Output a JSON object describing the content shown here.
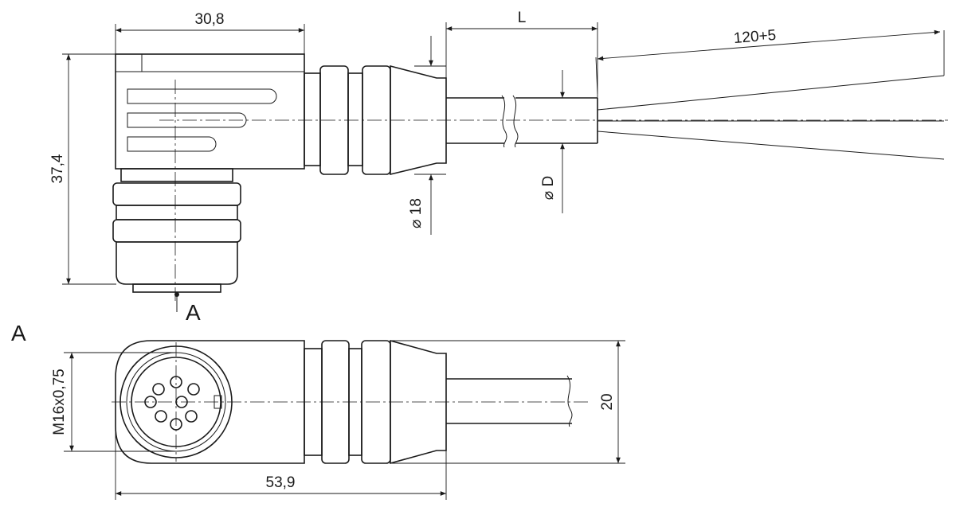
{
  "dimensions": {
    "width": "30,8",
    "height": "37,4",
    "length_label": "L",
    "wire_length": "120+5",
    "nut_diameter": "⌀ 18",
    "cable_diameter": "⌀ D",
    "thread": "M16x0,75",
    "side_height": "20",
    "total_length": "53,9"
  },
  "views": {
    "view_marker": "A",
    "view_title": "A"
  },
  "colors": {
    "line": "#1a1a1a",
    "background": "#ffffff"
  }
}
